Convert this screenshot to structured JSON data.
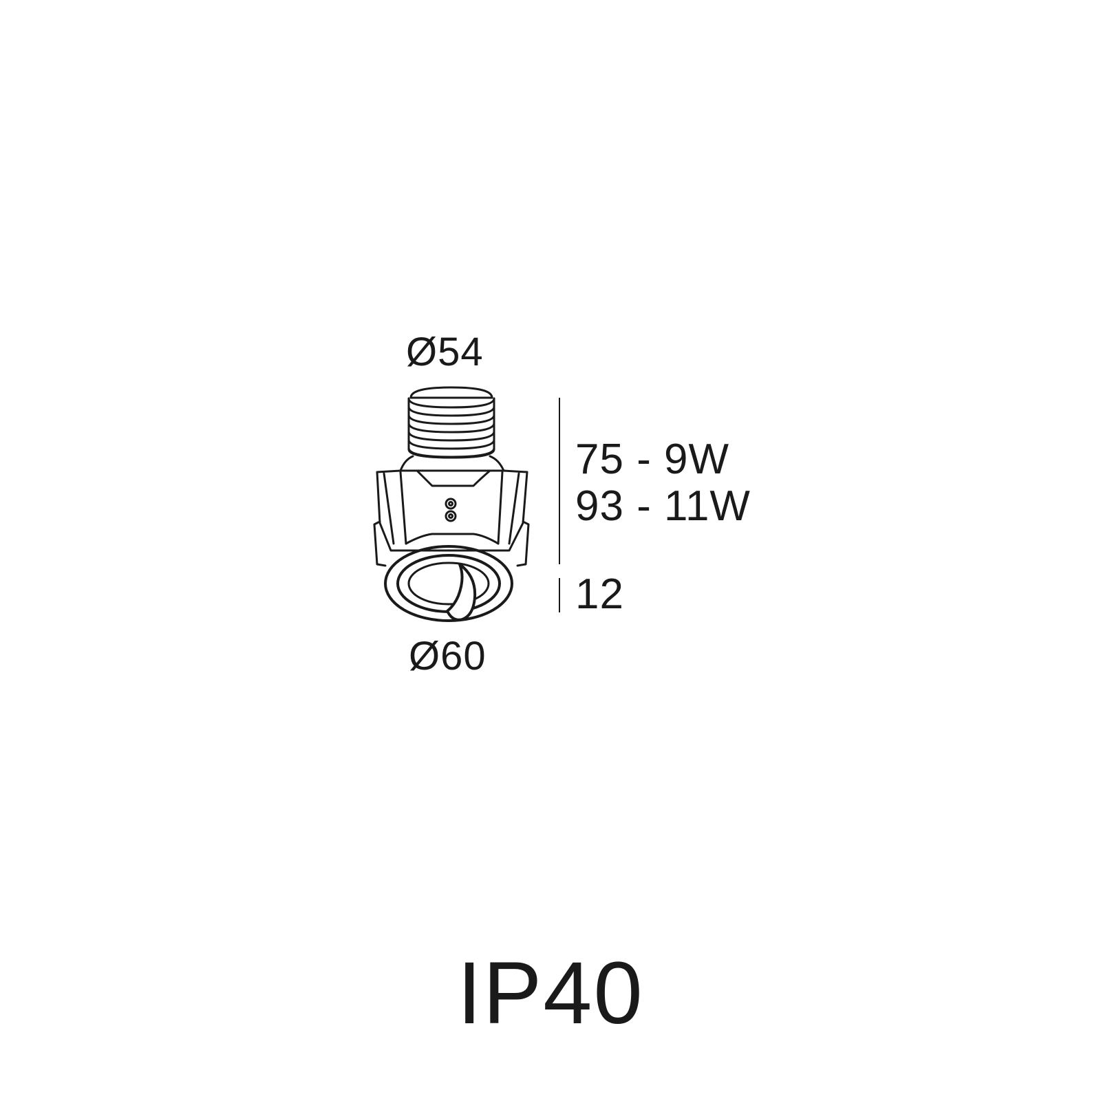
{
  "labels": {
    "top_diameter": "Ø54",
    "bottom_diameter": "Ø60",
    "height_option_1": "75 - 9W",
    "height_option_2": "93 - 11W",
    "flange_height": "12",
    "ip_rating": "IP40"
  },
  "colors": {
    "line": "#1a1a1a",
    "background": "#ffffff"
  },
  "icons": {
    "product": "recessed-downlight-drawing-icon"
  }
}
